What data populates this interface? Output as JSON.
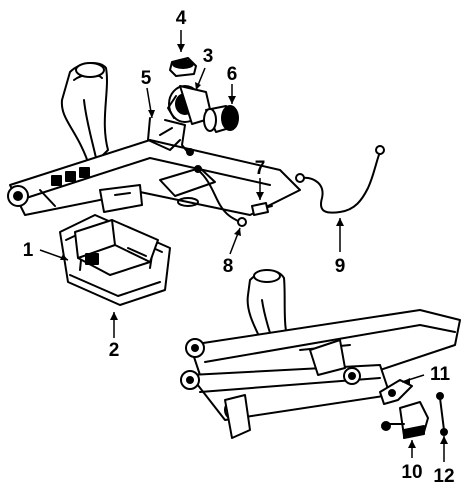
{
  "colors": {
    "ink": "#000000",
    "paper": "#ffffff"
  },
  "callouts": [
    {
      "id": "1",
      "label": "1"
    },
    {
      "id": "2",
      "label": "2"
    },
    {
      "id": "3",
      "label": "3"
    },
    {
      "id": "4",
      "label": "4"
    },
    {
      "id": "5",
      "label": "5"
    },
    {
      "id": "6",
      "label": "6"
    },
    {
      "id": "7",
      "label": "7"
    },
    {
      "id": "8",
      "label": "8"
    },
    {
      "id": "9",
      "label": "9"
    },
    {
      "id": "10",
      "label": "10"
    },
    {
      "id": "11",
      "label": "11"
    },
    {
      "id": "12",
      "label": "12"
    }
  ]
}
